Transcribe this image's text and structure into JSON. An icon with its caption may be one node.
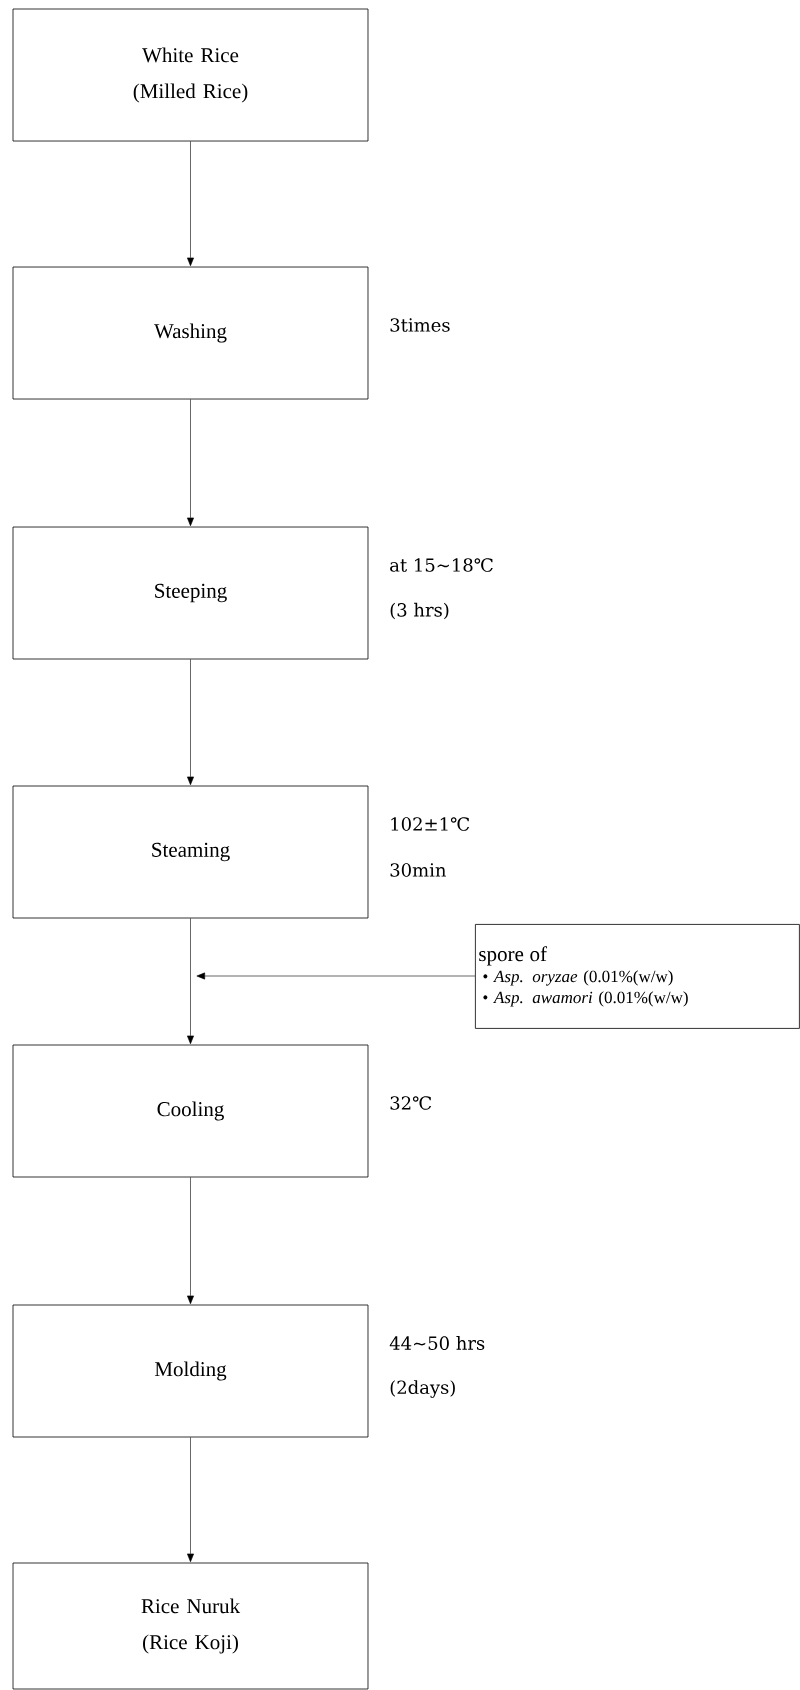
{
  "diagram": {
    "nodes": [
      {
        "text": [
          "White Rice (Milled Rice)"
        ]
      },
      {
        "text": [
          "Washing"
        ],
        "beside": [
          "3times"
        ]
      },
      {
        "text": [
          "Steeping"
        ],
        "beside": [
          "at 15~18℃",
          "(3 hrs)"
        ]
      },
      {
        "text": [
          "Steaming"
        ],
        "beside": [
          "102±1℃",
          "30min"
        ]
      },
      {
        "text": [
          "Cooling"
        ],
        "beside": [
          "32℃"
        ]
      },
      {
        "text": [
          "Molding"
        ],
        "beside": [
          "44~50 hrs",
          "(2days)"
        ]
      },
      {
        "text": [
          "Rice Nuruk (Rice Koji)"
        ]
      },
      {
        "text": [
          "spore of",
          "• *Asp. oryzae* (0.01%(w/w)",
          "• *Asp. awamori* (0.01%(w/w)"
        ]
      }
    ],
    "edges": [
      {
        "from": 0,
        "to": 1,
        "arrow": "to"
      },
      {
        "from": 1,
        "to": 2,
        "arrow": "to"
      },
      {
        "from": 2,
        "to": 3,
        "arrow": "to"
      },
      {
        "from": 3,
        "to": 4,
        "arrow": "to"
      },
      {
        "from": 4,
        "to": 5,
        "arrow": "to"
      },
      {
        "from": 5,
        "to": 6,
        "arrow": "to"
      },
      {
        "from": 7,
        "to": null,
        "arrow": "to"
      }
    ]
  }
}
